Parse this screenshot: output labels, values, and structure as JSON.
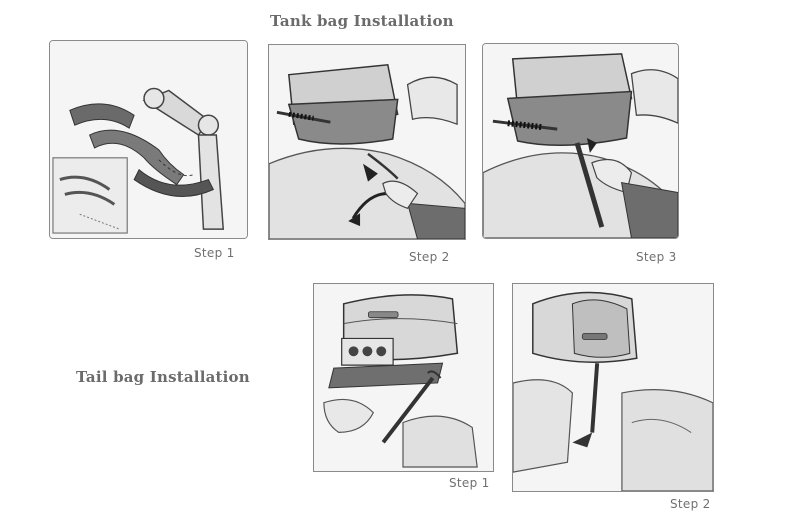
{
  "tank": {
    "heading": "Tank bag Installation",
    "steps": [
      "Step 1",
      "Step 2",
      "Step 3"
    ]
  },
  "tail": {
    "heading": "Tail bag Installation",
    "steps": [
      "Step 1",
      "Step 2"
    ]
  }
}
